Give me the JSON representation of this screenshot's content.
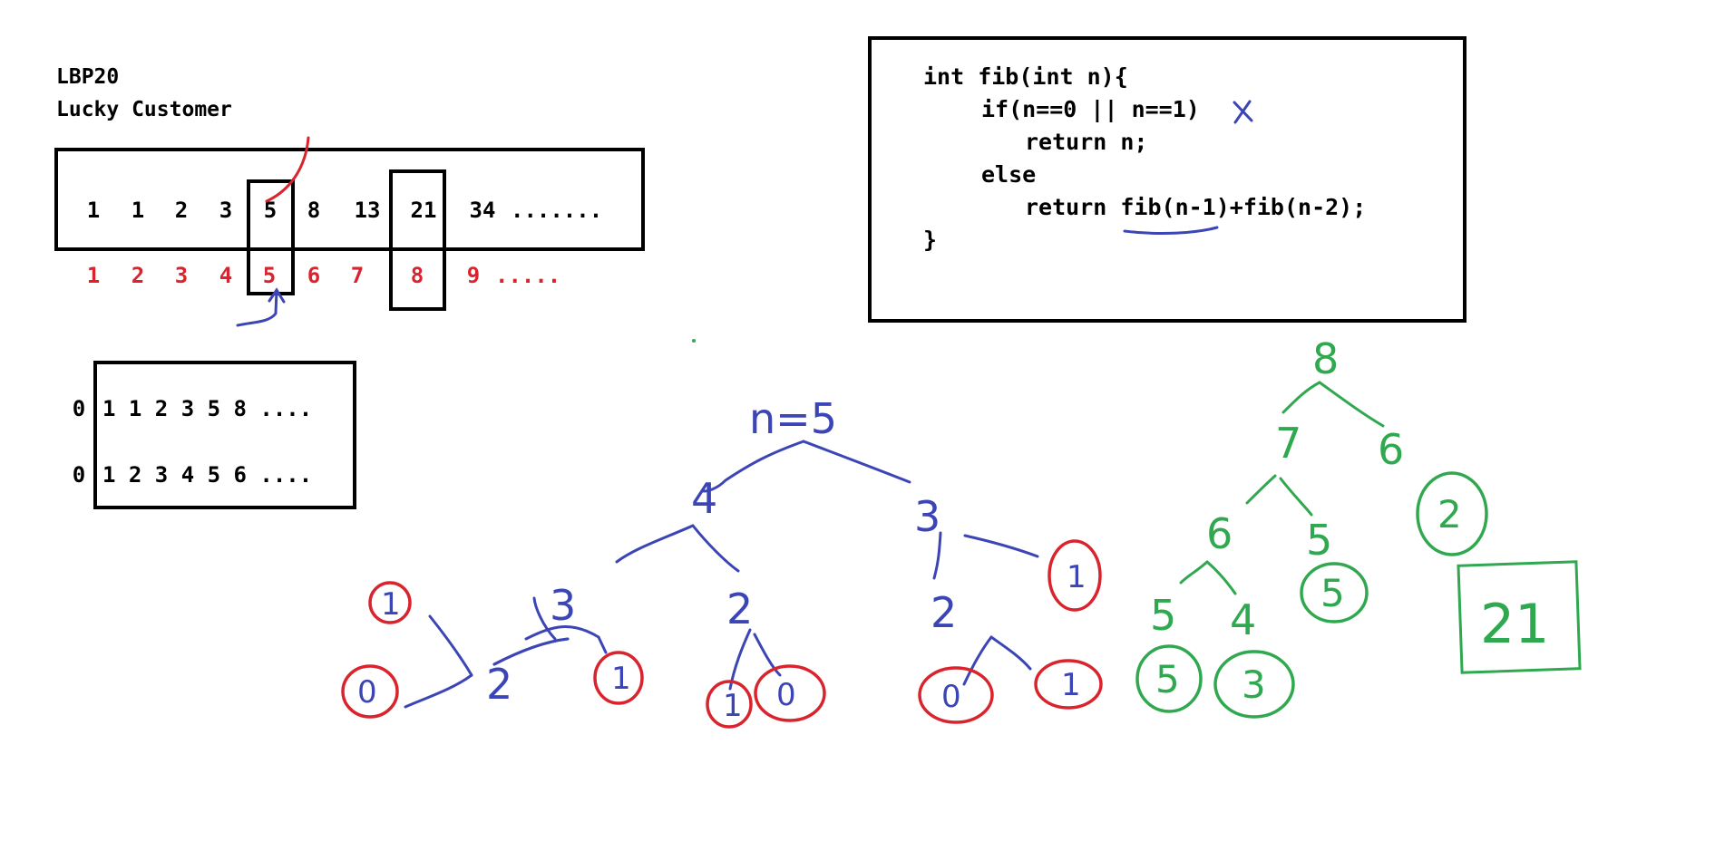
{
  "title": {
    "line1": "LBP20",
    "line2": "Lucky Customer"
  },
  "fib_row": [
    "1",
    "1",
    "2",
    "3",
    "5",
    "8",
    "13",
    "21",
    "34",
    "......."
  ],
  "index_row": [
    "1",
    "2",
    "3",
    "4",
    "5",
    "6",
    "7",
    "8",
    "9",
    "....."
  ],
  "mini_table": {
    "prefix1": "0",
    "row1": "1 1 2 3 5 8 ....",
    "prefix2": "0",
    "row2": "1 2 3 4 5 6 ...."
  },
  "code": {
    "line1": "int fib(int n){",
    "line2": "if(n==0 || n==1)",
    "line3": "return n;",
    "line4": "else",
    "line5": "return fib(n-1)+fib(n-2);",
    "line6": "}"
  },
  "blue_tree": {
    "root": "n=5",
    "nodes": [
      "4",
      "3",
      "3",
      "2",
      "2",
      "2",
      "1",
      "0",
      "1",
      "1",
      "0",
      "0",
      "1",
      "1"
    ]
  },
  "green_tree": {
    "nodes": [
      "8",
      "7",
      "6",
      "6",
      "5",
      "5",
      "4",
      "5",
      "3",
      "5",
      "2",
      "21"
    ]
  },
  "colors": {
    "blue": "#3b45b5",
    "red": "#d9232d",
    "green": "#2fa84f",
    "black": "#000000"
  }
}
